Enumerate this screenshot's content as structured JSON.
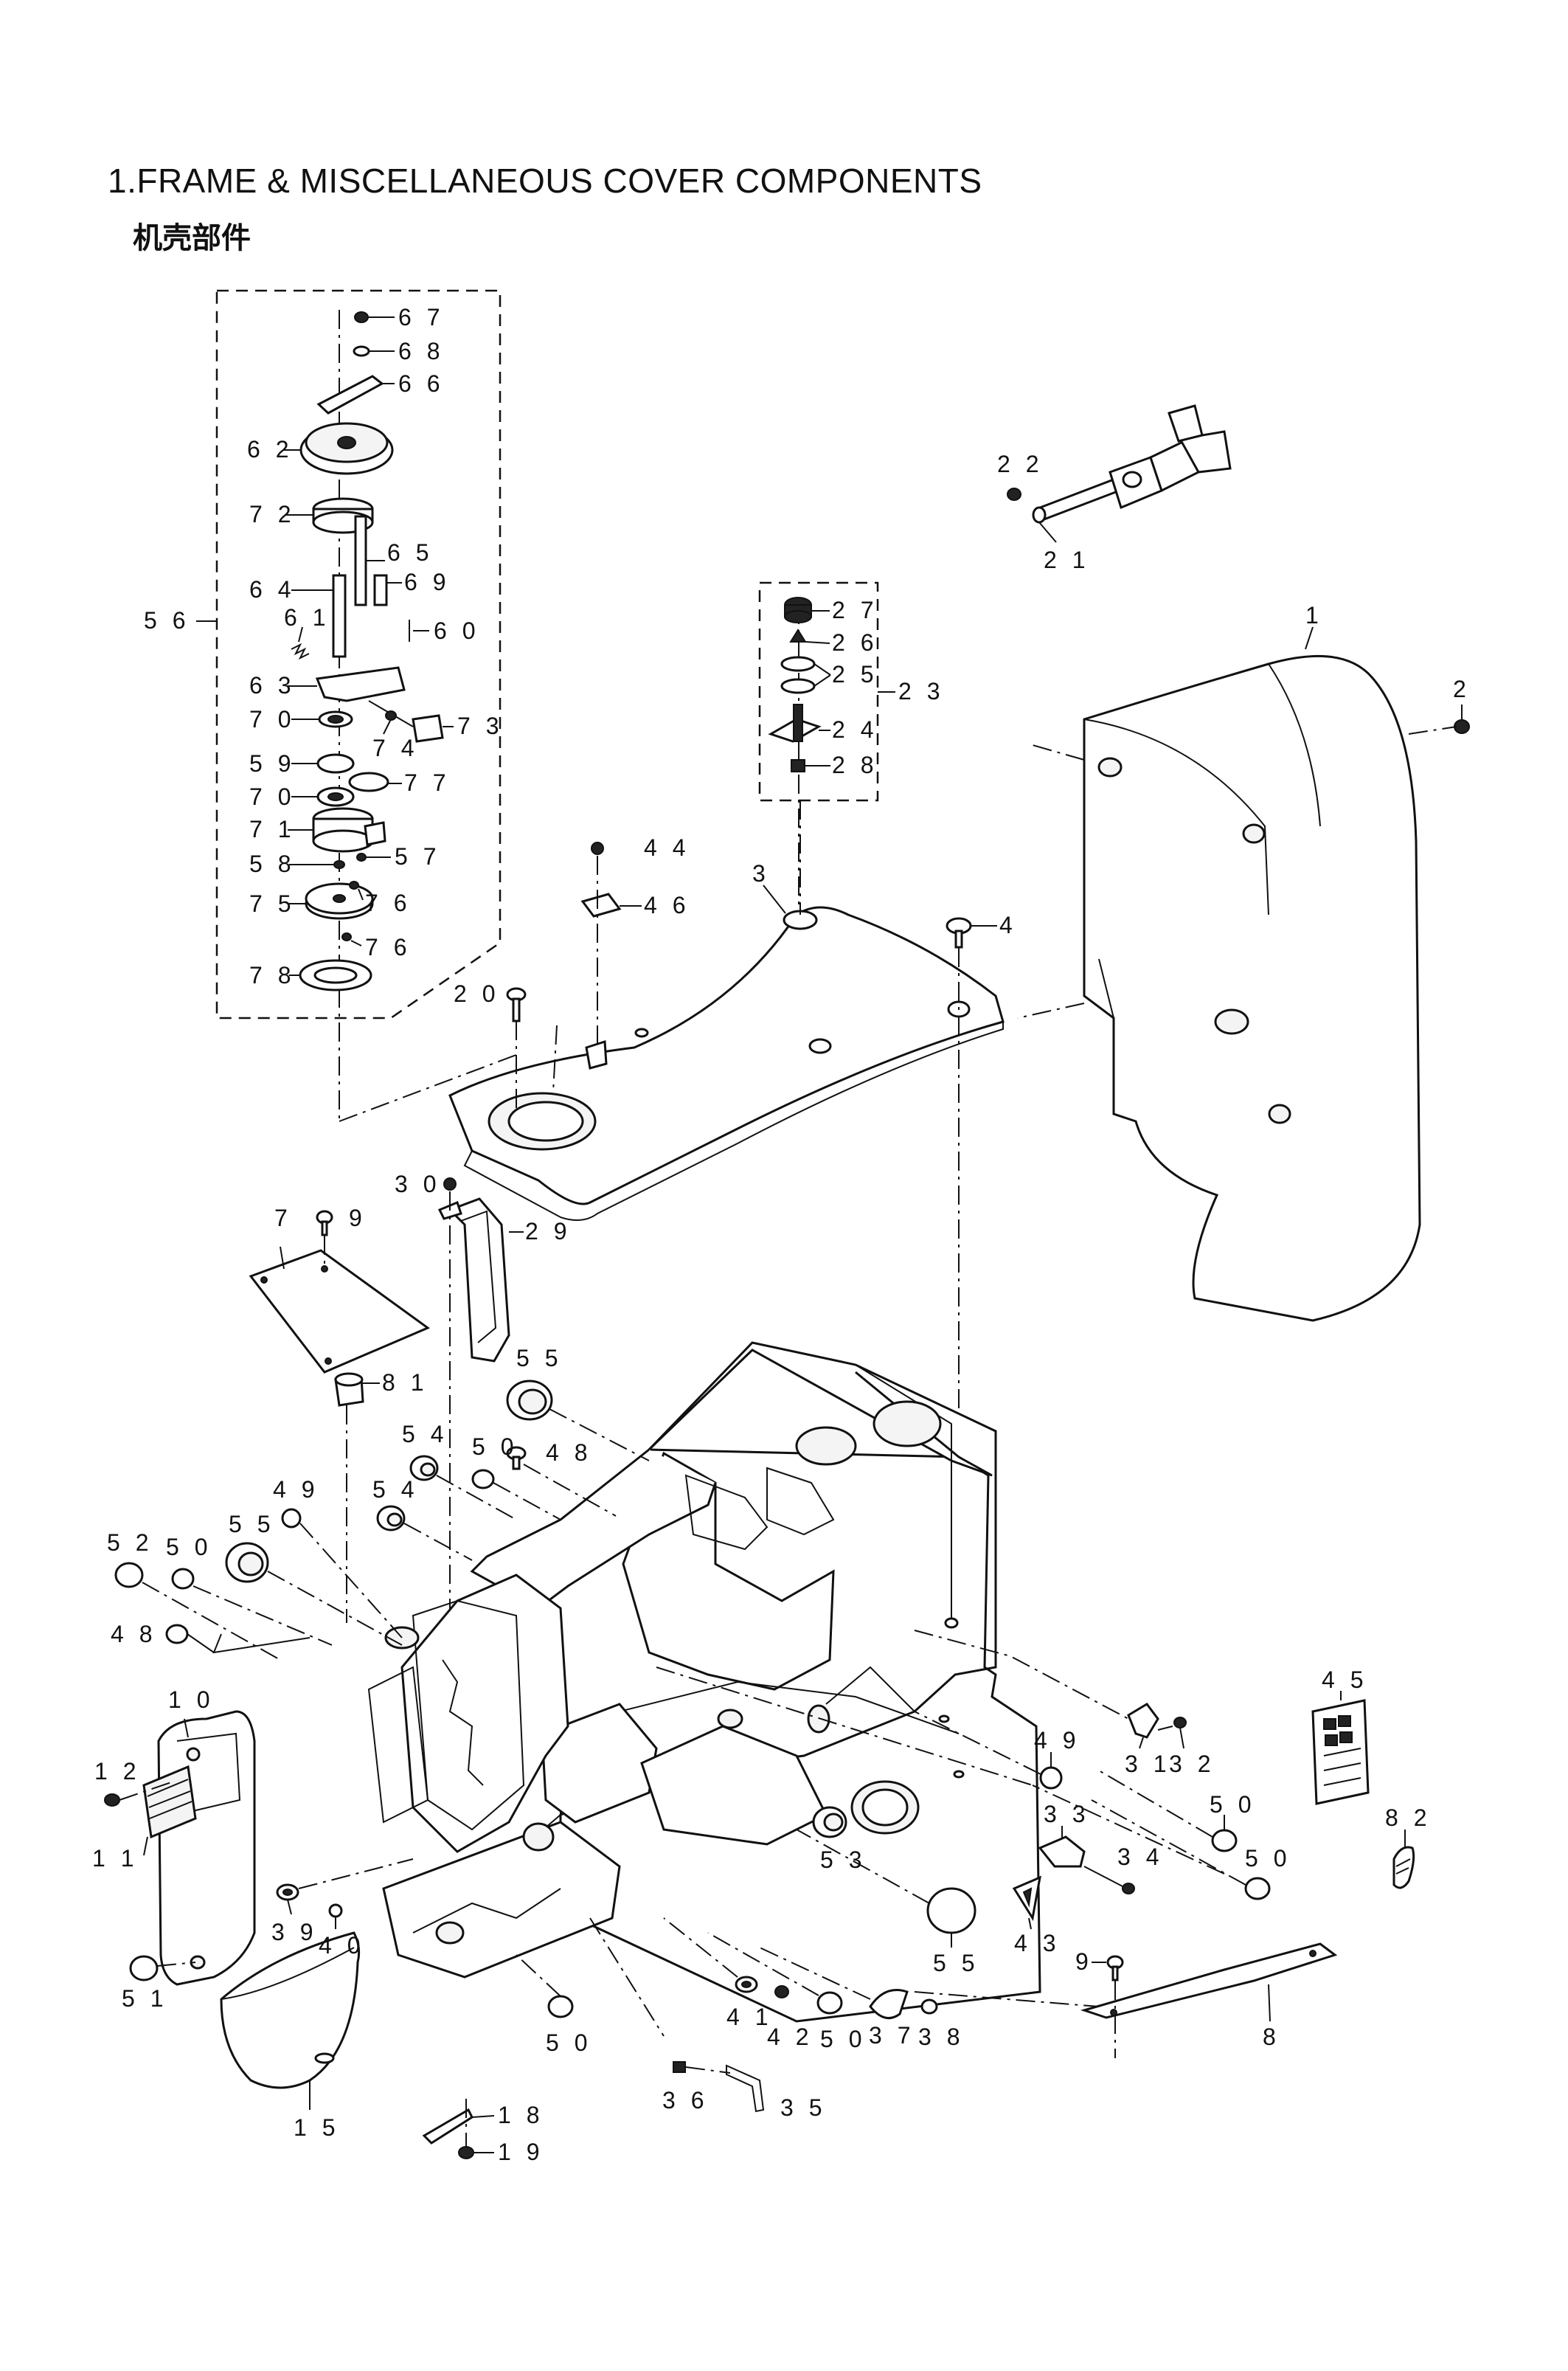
{
  "title": "1.FRAME & MISCELLANEOUS COVER COMPONENTS",
  "subtitle": "机壳部件",
  "callouts": [
    {
      "id": "67",
      "text": "6 7"
    },
    {
      "id": "68",
      "text": "6 8"
    },
    {
      "id": "66",
      "text": "6 6"
    },
    {
      "id": "62",
      "text": "6 2"
    },
    {
      "id": "72",
      "text": "7 2"
    },
    {
      "id": "65",
      "text": "6 5"
    },
    {
      "id": "64",
      "text": "6 4"
    },
    {
      "id": "69",
      "text": "6 9"
    },
    {
      "id": "56",
      "text": "5 6"
    },
    {
      "id": "61",
      "text": "6 1"
    },
    {
      "id": "60",
      "text": "6 0"
    },
    {
      "id": "63",
      "text": "6 3"
    },
    {
      "id": "70a",
      "text": "7 0"
    },
    {
      "id": "73",
      "text": "7 3"
    },
    {
      "id": "74",
      "text": "7 4"
    },
    {
      "id": "59",
      "text": "5 9"
    },
    {
      "id": "70b",
      "text": "7 0"
    },
    {
      "id": "77",
      "text": "7 7"
    },
    {
      "id": "71",
      "text": "7 1"
    },
    {
      "id": "58",
      "text": "5 8"
    },
    {
      "id": "57",
      "text": "5 7"
    },
    {
      "id": "75",
      "text": "7 5"
    },
    {
      "id": "76a",
      "text": "7 6"
    },
    {
      "id": "76b",
      "text": "7 6"
    },
    {
      "id": "78",
      "text": "7 8"
    },
    {
      "id": "22",
      "text": "2 2"
    },
    {
      "id": "21",
      "text": "2 1"
    },
    {
      "id": "27",
      "text": "2 7"
    },
    {
      "id": "26",
      "text": "2 6"
    },
    {
      "id": "25",
      "text": "2 5"
    },
    {
      "id": "23",
      "text": "2 3"
    },
    {
      "id": "24",
      "text": "2 4"
    },
    {
      "id": "28",
      "text": "2 8"
    },
    {
      "id": "1",
      "text": "1"
    },
    {
      "id": "2",
      "text": "2"
    },
    {
      "id": "44",
      "text": "4 4"
    },
    {
      "id": "46",
      "text": "4 6"
    },
    {
      "id": "3",
      "text": "3"
    },
    {
      "id": "4",
      "text": "4"
    },
    {
      "id": "20",
      "text": "2 0"
    },
    {
      "id": "30",
      "text": "3 0"
    },
    {
      "id": "29",
      "text": "2 9"
    },
    {
      "id": "7",
      "text": "7"
    },
    {
      "id": "9a",
      "text": "9"
    },
    {
      "id": "55a",
      "text": "5 5"
    },
    {
      "id": "81",
      "text": "8 1"
    },
    {
      "id": "54a",
      "text": "5 4"
    },
    {
      "id": "50a",
      "text": "5 0"
    },
    {
      "id": "48a",
      "text": "4 8"
    },
    {
      "id": "54b",
      "text": "5 4"
    },
    {
      "id": "49a",
      "text": "4 9"
    },
    {
      "id": "55b",
      "text": "5 5"
    },
    {
      "id": "52",
      "text": "5 2"
    },
    {
      "id": "50b",
      "text": "5 0"
    },
    {
      "id": "48b",
      "text": "4 8"
    },
    {
      "id": "10",
      "text": "1 0"
    },
    {
      "id": "12",
      "text": "1 2"
    },
    {
      "id": "11",
      "text": "1 1"
    },
    {
      "id": "45",
      "text": "4 5"
    },
    {
      "id": "49b",
      "text": "4 9"
    },
    {
      "id": "31",
      "text": "3 1"
    },
    {
      "id": "32",
      "text": "3 2"
    },
    {
      "id": "82",
      "text": "8 2"
    },
    {
      "id": "50c",
      "text": "5 0"
    },
    {
      "id": "33",
      "text": "3 3"
    },
    {
      "id": "34",
      "text": "3 4"
    },
    {
      "id": "50d",
      "text": "5 0"
    },
    {
      "id": "53",
      "text": "5 3"
    },
    {
      "id": "39",
      "text": "3 9"
    },
    {
      "id": "40",
      "text": "4 0"
    },
    {
      "id": "51",
      "text": "5 1"
    },
    {
      "id": "43",
      "text": "4 3"
    },
    {
      "id": "55c",
      "text": "5 5"
    },
    {
      "id": "9b",
      "text": "9"
    },
    {
      "id": "8",
      "text": "8"
    },
    {
      "id": "15",
      "text": "1 5"
    },
    {
      "id": "50e",
      "text": "5 0"
    },
    {
      "id": "41",
      "text": "4 1"
    },
    {
      "id": "42",
      "text": "4 2"
    },
    {
      "id": "50f",
      "text": "5 0"
    },
    {
      "id": "37",
      "text": "3 7"
    },
    {
      "id": "38",
      "text": "3 8"
    },
    {
      "id": "18",
      "text": "1 8"
    },
    {
      "id": "36",
      "text": "3 6"
    },
    {
      "id": "35",
      "text": "3 5"
    },
    {
      "id": "19",
      "text": "1 9"
    }
  ]
}
